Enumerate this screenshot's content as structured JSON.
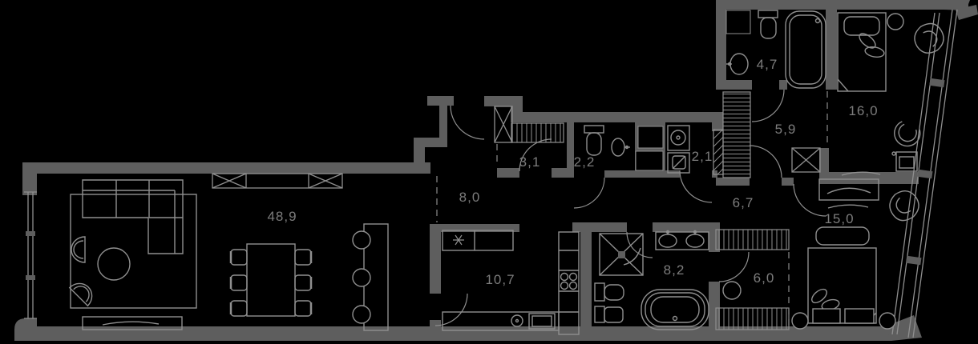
{
  "plan": {
    "colors": {
      "background": "#000000",
      "wall": "#5e5e5e",
      "furniture_line": "#8f8f8f",
      "label_text": "#7c7c7c",
      "dash_line": "#828282"
    },
    "rooms": [
      {
        "area": "48,9"
      },
      {
        "area": "8,0"
      },
      {
        "area": "3,1"
      },
      {
        "area": "2,2"
      },
      {
        "area": "2,1"
      },
      {
        "area": "6,7"
      },
      {
        "area": "4,7"
      },
      {
        "area": "5,9"
      },
      {
        "area": "16,0"
      },
      {
        "area": "15,0"
      },
      {
        "area": "10,7"
      },
      {
        "area": "8,2"
      },
      {
        "area": "6,0"
      }
    ]
  }
}
